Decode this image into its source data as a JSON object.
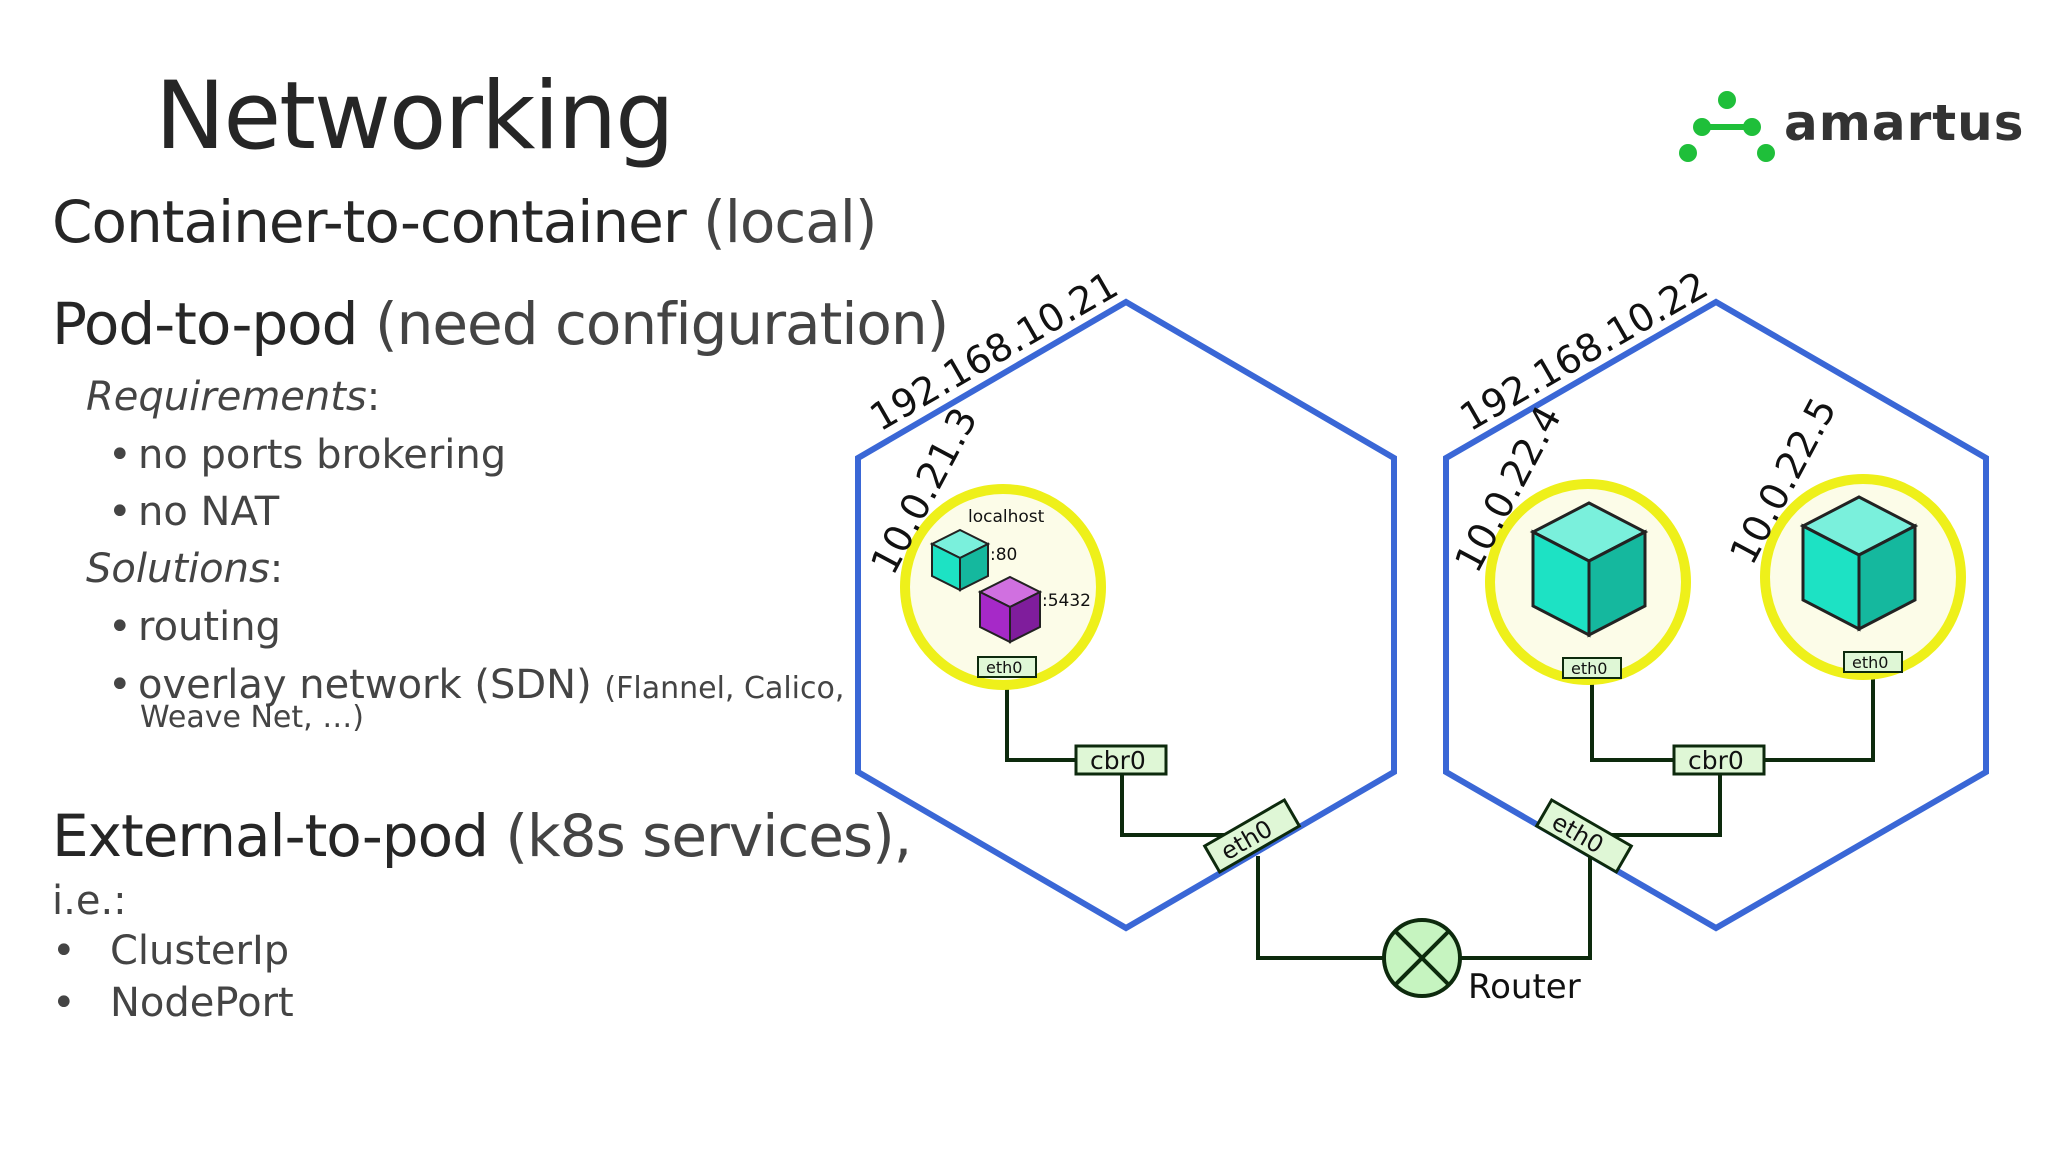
{
  "title": "Networking",
  "logo": {
    "brand": "amartus",
    "color": "#1fbf3a",
    "icon": "dots-network-icon"
  },
  "items": {
    "c2c": {
      "label": "Container-to-container",
      "note": "(local)"
    },
    "p2p": {
      "label": "Pod-to-pod",
      "note": "(need configuration)"
    },
    "requirements": {
      "label": "Requirements",
      "colon": ":",
      "bullets": [
        "no ports brokering",
        "no NAT"
      ]
    },
    "solutions": {
      "label": "Solutions",
      "colon": ":",
      "bullet1": "routing",
      "bullet2": "overlay network (SDN)",
      "bullet2_note_line1": "(Flannel, Calico,",
      "bullet2_note_line2": "Weave Net, …)"
    },
    "e2p": {
      "label": "External-to-pod",
      "note": "(k8s services),",
      "ie": "i.e.:",
      "bullets": [
        "ClusterIp",
        "NodePort"
      ]
    }
  },
  "diagram": {
    "node1_ip": "192.168.10.21",
    "node2_ip": "192.168.10.22",
    "pod1_ip": "10.0.21.3",
    "pod2_ip": "10.0.22.4",
    "pod3_ip": "10.0.22.5",
    "localhost": "localhost",
    "port1": ":80",
    "port2": ":5432",
    "eth": "eth0",
    "bridge": "cbr0",
    "router": "Router",
    "colors": {
      "node_border": "#3a67d6",
      "pod_ring": "#eef01a",
      "pod_fill": "#fcfce8",
      "container": "#1de2c4",
      "container_alt": "#a629c8",
      "wire": "#0d2a0d",
      "label_fill": "#dff7d6",
      "router_fill": "#c6f4c0"
    }
  }
}
